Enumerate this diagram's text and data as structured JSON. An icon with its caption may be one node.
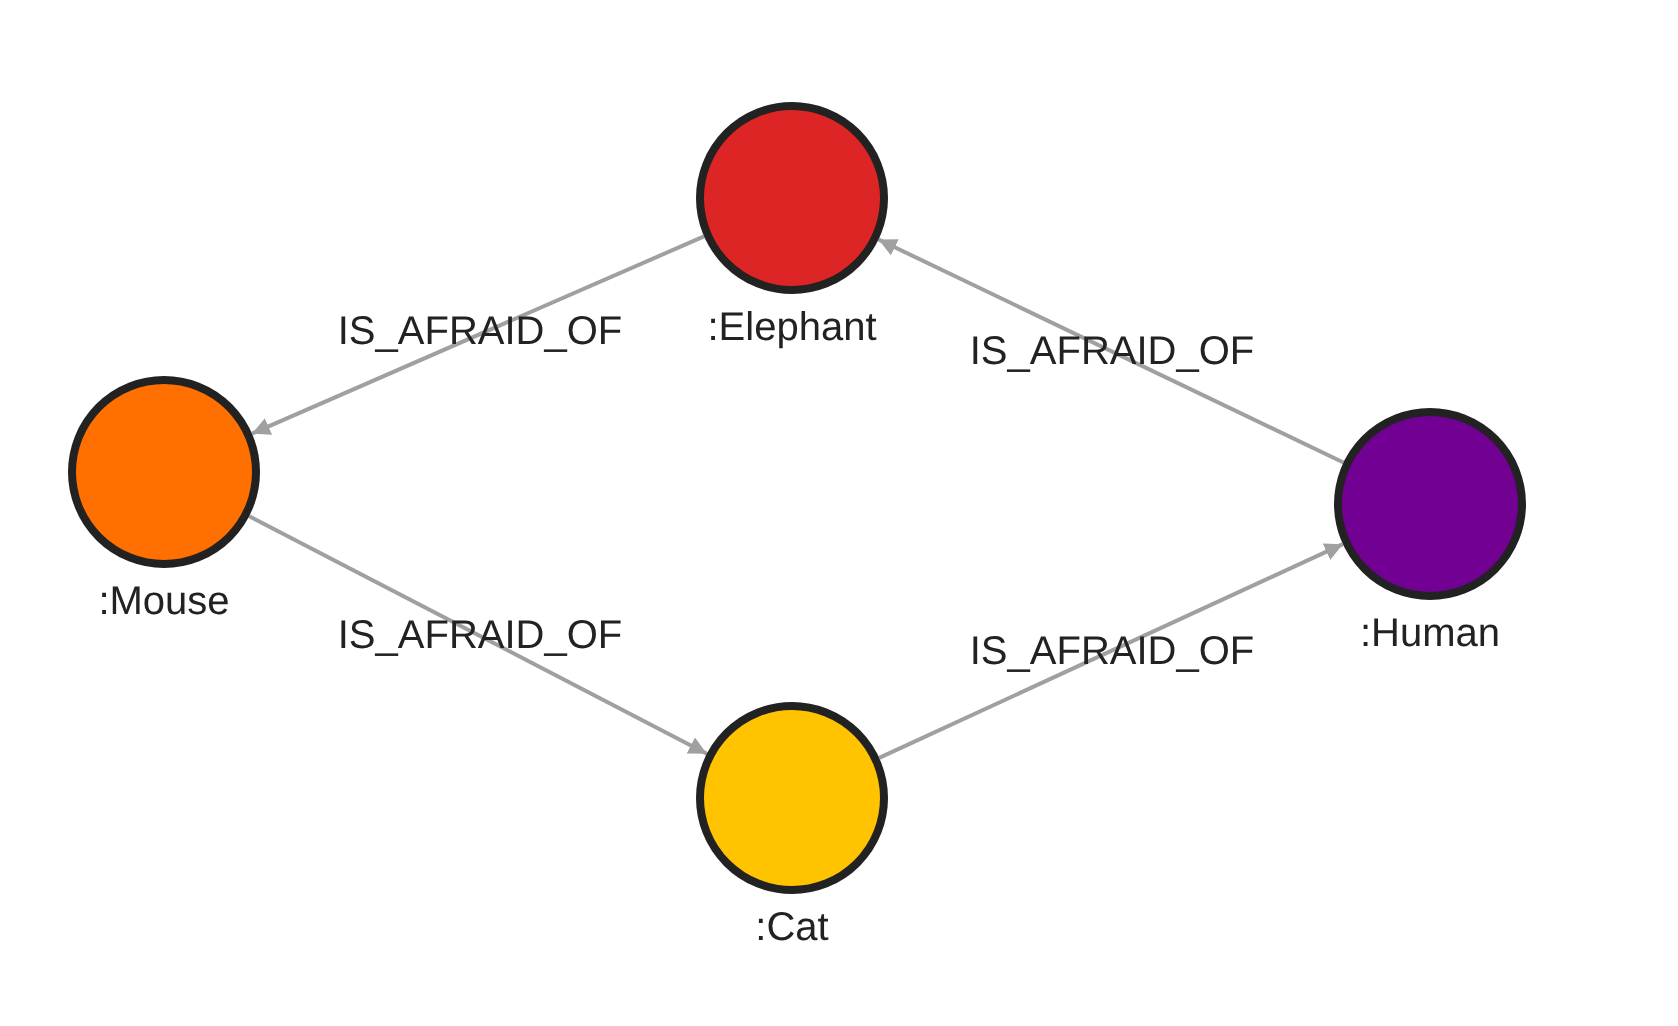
{
  "diagram": {
    "nodes": [
      {
        "text": [
          ":Elephant"
        ]
      },
      {
        "text": [
          ":Mouse"
        ]
      },
      {
        "text": [
          ":Cat"
        ]
      },
      {
        "text": [
          ":Human"
        ]
      }
    ],
    "edges": [
      {
        "from": 0,
        "to": 1,
        "arrow": "to",
        "label": "IS_AFRAID_OF"
      },
      {
        "from": 1,
        "to": 2,
        "arrow": "to",
        "label": "IS_AFRAID_OF"
      },
      {
        "from": 2,
        "to": 3,
        "arrow": "to",
        "label": "IS_AFRAID_OF"
      },
      {
        "from": 3,
        "to": 0,
        "arrow": "to",
        "label": "IS_AFRAID_OF"
      }
    ]
  }
}
